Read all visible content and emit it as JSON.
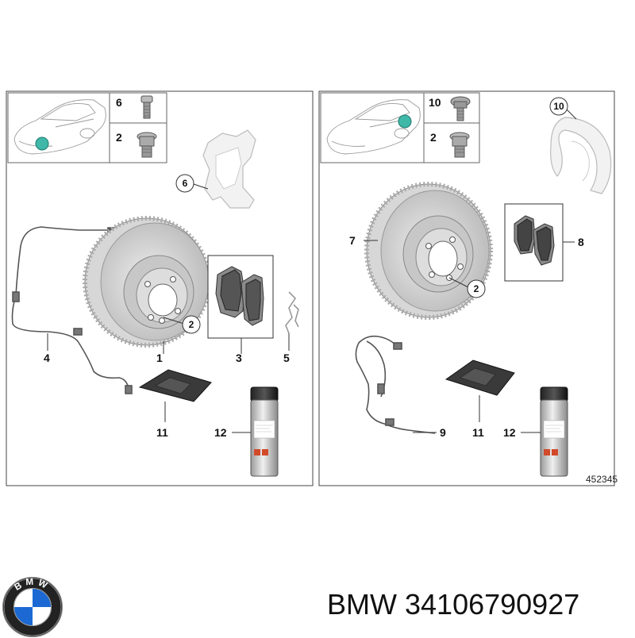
{
  "left_panel": {
    "inset_labels": [
      "6",
      "2"
    ],
    "callouts": {
      "caliper_bracket": "6",
      "disc": "1",
      "disc_bolt": "2",
      "pads": "3",
      "wear_sensor": "4",
      "spring": "5",
      "cloth": "11",
      "spray_can": "12"
    }
  },
  "right_panel": {
    "inset_labels": [
      "10",
      "2"
    ],
    "callouts": {
      "dust_shield": "10",
      "disc": "7",
      "disc_bolt": "2",
      "pads": "8",
      "wear_sensor": "9",
      "cloth": "11",
      "spray_can": "12"
    },
    "reference_number": "452345"
  },
  "footer": {
    "brand": "BMW",
    "part_number": "34106790927"
  },
  "logo_letters": "BMW",
  "colors": {
    "marker": "#3fb8a8",
    "outline": "#555555",
    "part_gray": "#c8c8c8",
    "dark_part": "#3a3a3a",
    "logo_blue": "#1c69d4"
  }
}
